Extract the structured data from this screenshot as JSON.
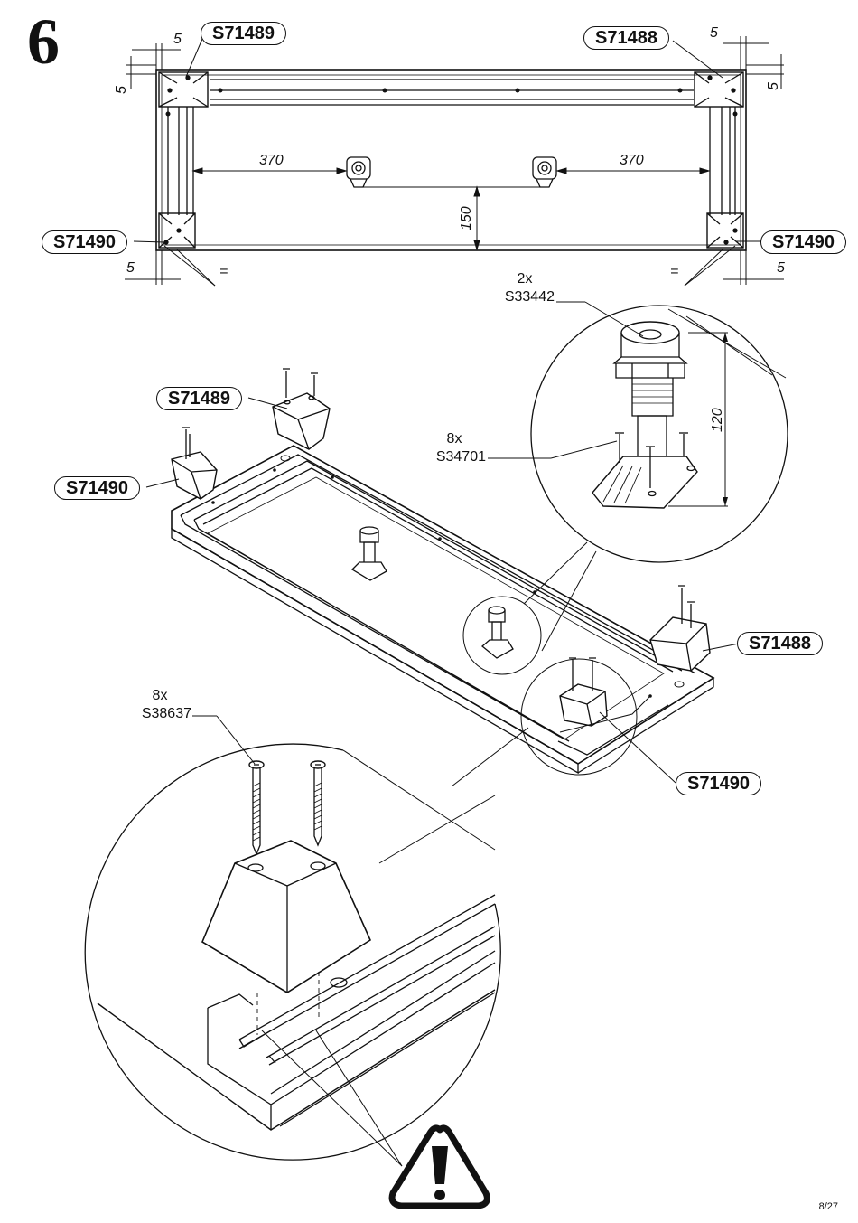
{
  "step": {
    "number": "6"
  },
  "part_labels": {
    "top_left": "S71489",
    "top_right": "S71488",
    "bottom_left": "S71490",
    "bottom_right": "S71490",
    "iso_back": "S71489",
    "iso_left": "S71490",
    "iso_right": "S71488",
    "iso_front": "S71490"
  },
  "dimensions": {
    "offset_top_left_h": "5",
    "offset_top_left_v": "5",
    "offset_top_right_h": "5",
    "offset_top_right_v": "5",
    "offset_bottom_left": "5",
    "offset_bottom_right": "5",
    "left_distance": "370",
    "right_distance": "370",
    "depth": "150",
    "equal_left": "=",
    "equal_right": "=",
    "leg_height": "120"
  },
  "hardware": {
    "leg": {
      "qty": "2x",
      "code": "S33442"
    },
    "leg_screw": {
      "qty": "8x",
      "code": "S34701"
    },
    "block_screw": {
      "qty": "8x",
      "code": "S38637"
    }
  },
  "warning_icon": "warning-triangle-icon",
  "page_number": "8/27"
}
